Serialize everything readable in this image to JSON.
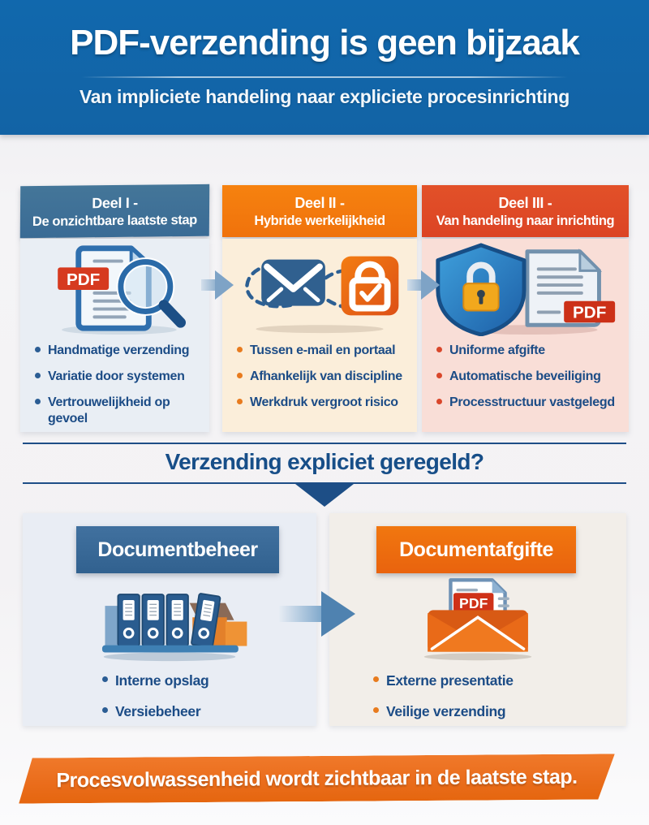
{
  "header": {
    "title": "PDF-verzending is geen bijzaak",
    "subtitle": "Van impliciete handeling naar expliciete procesinrichting"
  },
  "columns": [
    {
      "title_line1": "Deel I -",
      "title_line2": "De onzichtbare laatste stap",
      "icon": "pdf-document-magnifier-icon",
      "bullets": [
        "Handmatige verzending",
        "Variatie door systemen",
        "Vertrouwelijkheid op gevoel"
      ]
    },
    {
      "title_line1": "Deel II -",
      "title_line2": "Hybride werkelijkheid",
      "icon": "email-and-secure-lock-loop-icon",
      "bullets": [
        "Tussen e-mail en portaal",
        "Afhankelijk van discipline",
        "Werkdruk vergroot risico"
      ]
    },
    {
      "title_line1": "Deel III -",
      "title_line2": "Van handeling naar inrichting",
      "icon": "shield-lock-pdf-document-icon",
      "bullets": [
        "Uniforme afgifte",
        "Automatische beveiliging",
        "Processtructuur vastgelegd"
      ]
    }
  ],
  "question": {
    "text": "Verzending expliciet geregeld?"
  },
  "bottom_panels": [
    {
      "title": "Documentbeheer",
      "icon": "binders-archive-icon",
      "bullets": [
        "Interne opslag",
        "Versiebeheer"
      ]
    },
    {
      "title": "Documentafgifte",
      "icon": "envelope-pdf-icon",
      "bullets": [
        "Externe presentatie",
        "Veilige verzending"
      ]
    }
  ],
  "banner": {
    "text": "Procesvolwassenheid wordt zichtbaar in de laatste stap."
  },
  "badges": {
    "pdf": "PDF"
  },
  "colors": {
    "header_bg": "#1166aa",
    "deel1_header": "#3d6f99",
    "deel2_header": "#f5780d",
    "deel3_header": "#e04b28",
    "panel1_bg": "#e9eef4",
    "panel2_bg": "#fbeeda",
    "panel3_bg": "#f9ded7",
    "documentbeheer_header": "#3a6c9c",
    "documentafgifte_header": "#ee6a12",
    "banner_bg": "#ec7120",
    "text_dark_blue": "#1c4c86",
    "arrow_blue": "#7ea3c6"
  }
}
